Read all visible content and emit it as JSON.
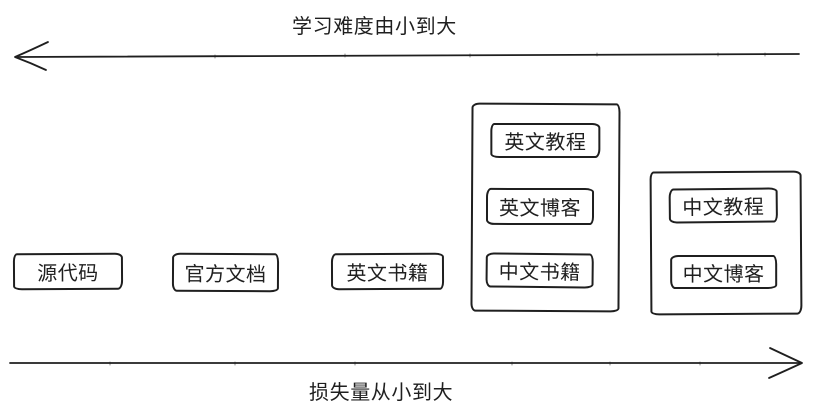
{
  "diagram_title": "",
  "ink_color": "#1f1f1f",
  "background_color": "#ffffff",
  "top_axis": {
    "label": "学习难度由小到大",
    "direction": "left",
    "icon": "arrow-left-icon"
  },
  "bottom_axis": {
    "label": "损失量从小到大",
    "direction": "right",
    "icon": "arrow-right-icon"
  },
  "standalone_nodes": [
    {
      "id": "source-code",
      "label": "源代码"
    },
    {
      "id": "official-docs",
      "label": "官方文档"
    },
    {
      "id": "english-books",
      "label": "英文书籍"
    }
  ],
  "groups": [
    {
      "id": "group-mid",
      "items": [
        {
          "id": "english-tutorials",
          "label": "英文教程"
        },
        {
          "id": "english-blogs",
          "label": "英文博客"
        },
        {
          "id": "chinese-books",
          "label": "中文书籍"
        }
      ]
    },
    {
      "id": "group-right",
      "items": [
        {
          "id": "chinese-tutorials",
          "label": "中文教程"
        },
        {
          "id": "chinese-blogs",
          "label": "中文博客"
        }
      ]
    }
  ]
}
